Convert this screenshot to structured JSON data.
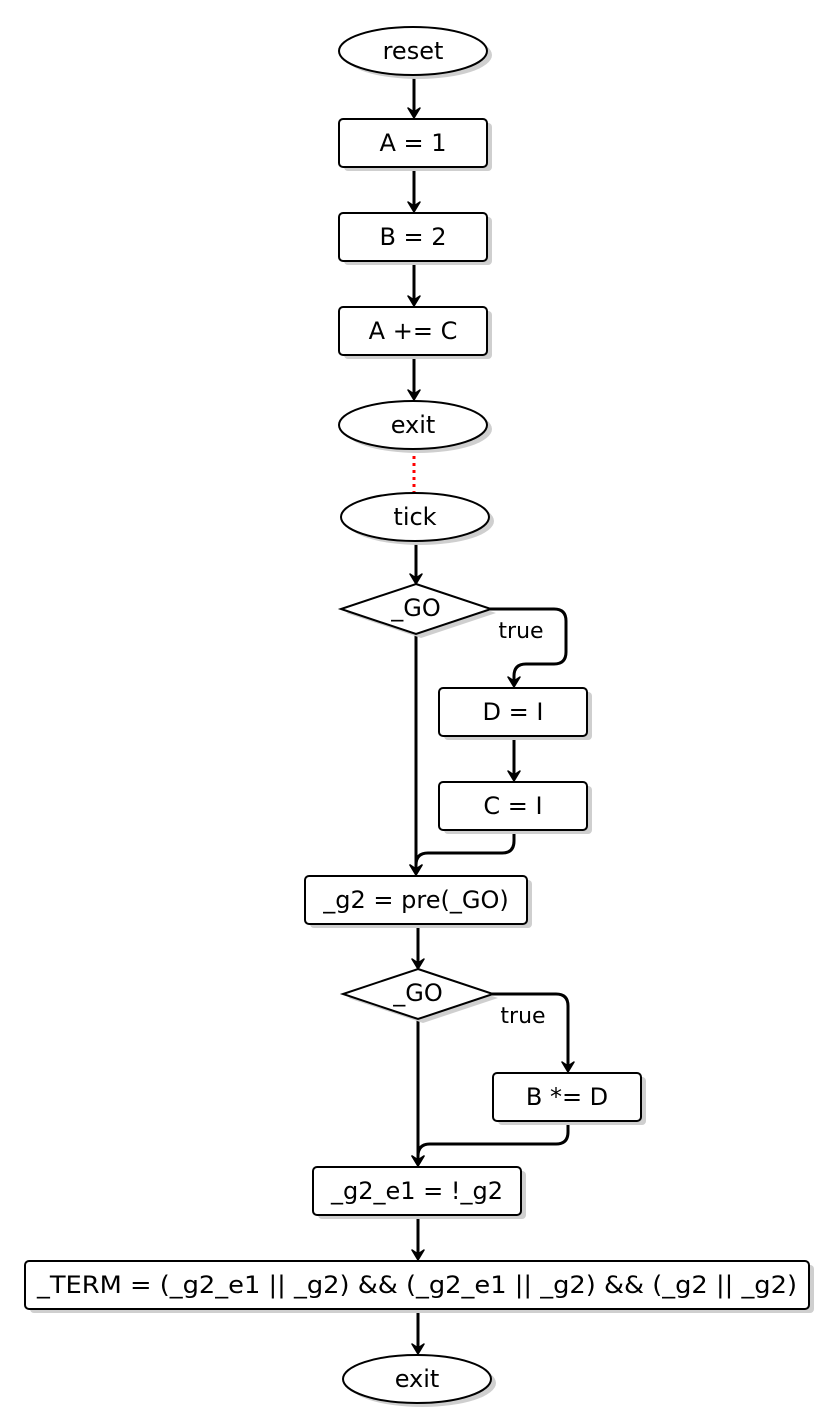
{
  "nodes": {
    "reset": "reset",
    "assign_a": "A = 1",
    "assign_b": "B = 2",
    "add_a": "A += C",
    "exit1": "exit",
    "tick": "tick",
    "cond1": "_GO",
    "assign_d": "D = I",
    "assign_c": "C = I",
    "g2": "_g2 = pre(_GO)",
    "cond2": "_GO",
    "mul_b": "B *= D",
    "g2e1": "_g2_e1 = !_g2",
    "term": "_TERM = (_g2_e1 || _g2) && (_g2_e1 || _g2) && (_g2 || _g2)",
    "exit2": "exit"
  },
  "edge_labels": {
    "cond1_true": "true",
    "cond2_true": "true"
  },
  "colors": {
    "stroke": "#000000",
    "fill": "#ffffff",
    "shadow": "#cfcfcf",
    "separator": "#ff0000"
  }
}
